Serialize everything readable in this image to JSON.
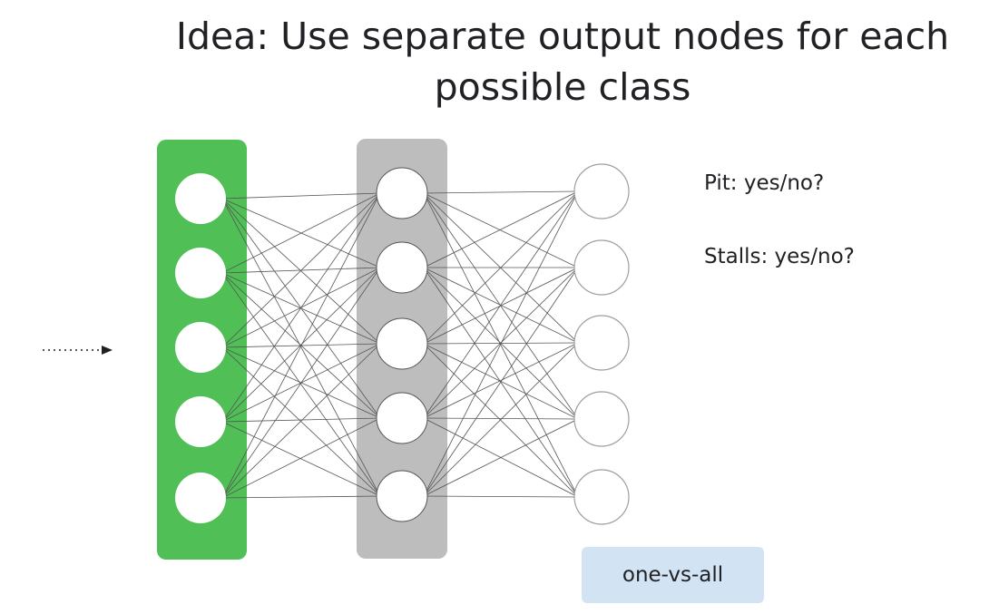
{
  "title": {
    "line1": "Idea: Use separate output nodes for each",
    "line2": "possible class"
  },
  "network": {
    "layers": [
      {
        "name": "input-layer",
        "nodes": 5,
        "panel_color": "#4fbf56"
      },
      {
        "name": "hidden-layer",
        "nodes": 5,
        "panel_color": "#bdbdbd"
      },
      {
        "name": "output-layer",
        "nodes": 5,
        "panel_color": null
      }
    ],
    "input_arrow": "dotted-arrow"
  },
  "output_labels": [
    "Pit: yes/no?",
    "Stalls: yes/no?"
  ],
  "badge": {
    "text": "one-vs-all",
    "color": "#d2e3f3"
  },
  "colors": {
    "edge": "#555555",
    "node_fill": "#ffffff",
    "output_node_stroke": "#9e9e9e"
  }
}
